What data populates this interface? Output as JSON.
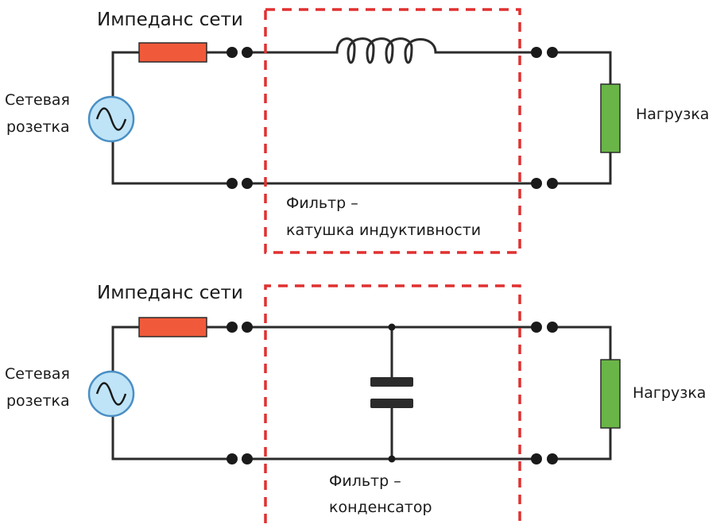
{
  "colors": {
    "wire": "#2b2b2b",
    "resistor": "#f05a3a",
    "load": "#6ab548",
    "source_fill": "#bfe4f7",
    "source_stroke": "#4a8fc4",
    "filter_box": "#e03030",
    "capacitor": "#2b2b2b"
  },
  "top": {
    "impedance_label": "Импеданс сети",
    "socket_label_line1": "Сетевая",
    "socket_label_line2": "розетка",
    "load_label": "Нагрузка",
    "filter_label_line1": "Фильтр –",
    "filter_label_line2": "катушка индуктивности"
  },
  "bottom": {
    "impedance_label": "Импеданс сети",
    "socket_label_line1": "Сетевая",
    "socket_label_line2": "розетка",
    "load_label": "Нагрузка",
    "filter_label_line1": "Фильтр –",
    "filter_label_line2": "конденсатор"
  }
}
